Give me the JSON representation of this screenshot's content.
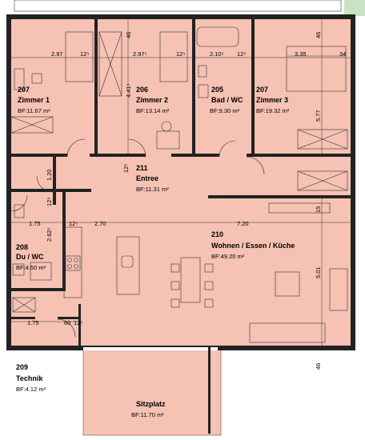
{
  "rooms": [
    {
      "number": "207",
      "name": "Zimmer 1",
      "area": "BF:11.67 m²"
    },
    {
      "number": "206",
      "name": "Zimmer 2",
      "area": "BF:13.14 m²"
    },
    {
      "number": "205",
      "name": "Bad / WC",
      "area": "BF:9.30 m²"
    },
    {
      "number": "207",
      "name": "Zimmer 3",
      "area": "BF:19.32 m²"
    },
    {
      "number": "211",
      "name": "Entree",
      "area": "BF:11.31 m²"
    },
    {
      "number": "210",
      "name": "Wohnen / Essen / Küche",
      "area": "BF:49.20 m²"
    },
    {
      "number": "208",
      "name": "Du / WC",
      "area": "BF:4.50 m²"
    },
    {
      "number": "209",
      "name": "Technik",
      "area": "BF:4.12 m²"
    },
    {
      "number": "",
      "name": "Sitzplatz",
      "area": "BF:11.70 m²"
    }
  ],
  "dimensions": {
    "d297": "2.97",
    "d125a": "12⁵",
    "d46a": "46",
    "d2975": "2.97⁵",
    "d125b": "12⁵",
    "d2105": "2.10⁵",
    "d125c": "12⁵",
    "d335": "3.35",
    "d34": "34",
    "d46b": "46",
    "d4415": "4.41⁵",
    "d577": "5.77",
    "d125d": "12⁵",
    "d120": "1.20",
    "d125e": "12⁵",
    "d175a": "1.75",
    "d125f": "12⁵",
    "d270": "2.70",
    "d720": "7.20",
    "d15": "15",
    "d2625": "2.62⁵",
    "d501": "5.01",
    "d175b": "1.75",
    "d60": "60",
    "d125g": "12⁵",
    "d46c": "46"
  }
}
